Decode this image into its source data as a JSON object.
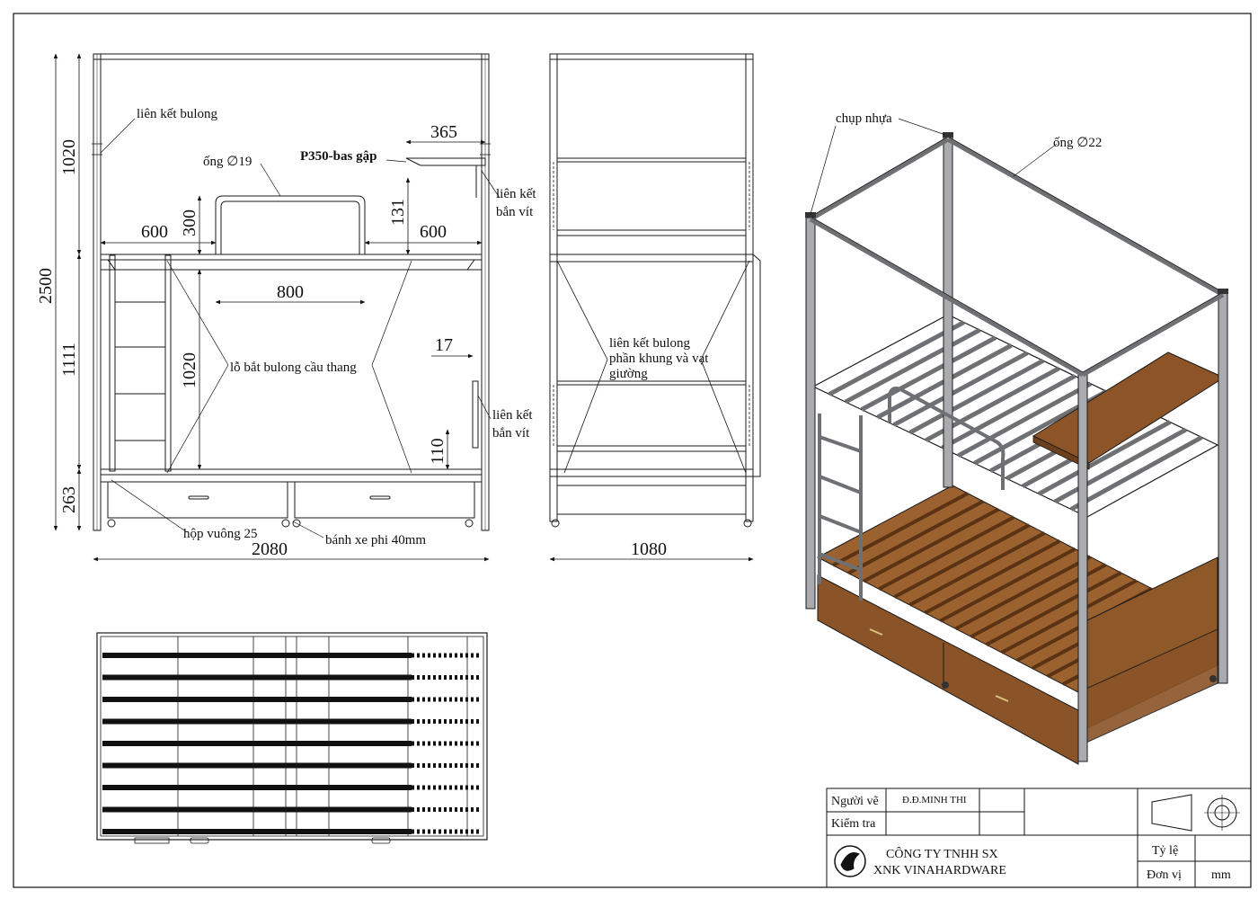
{
  "dimensions": {
    "total_height": "2500",
    "upper_height": "1020",
    "middle_height": "1111",
    "lower_height": "263",
    "overall_length": "2080",
    "overall_width": "1080",
    "left_gap": "600",
    "right_gap": "600",
    "guard_width": "800",
    "guard_height": "300",
    "guard_inner": "131",
    "shelf_width": "365",
    "ladder_height": "1020",
    "side_offset": "17",
    "drawer_gap": "110"
  },
  "notes": {
    "bolt_joint": "liên kết bulong",
    "pipe_19": "ống ∅19",
    "shelf": "P350-bas gập",
    "screw_joint_1": "liên kết\nbắn vít",
    "screw_joint_2": "liên kết\nbắn vít",
    "ladder_bolts": "lỗ bắt bulong cầu thang",
    "square_box": "hộp vuông 25",
    "caster": "bánh xe phi 40mm",
    "frame_bolt": "liên kết bulong\nphần khung và vạt\ngiường",
    "plastic_cap": "chụp nhựa",
    "pipe_22": "ống ∅22"
  },
  "title_block": {
    "drawn_by_label": "Người vẽ",
    "drawn_by": "Đ.Đ.MINH THI",
    "checked_label": "Kiểm tra",
    "checked": "",
    "company_line1": "CÔNG TY TNHH SX",
    "company_line2": "XNK VINAHARDWARE",
    "scale_label": "Tỷ lệ",
    "scale": "",
    "unit_label": "Đơn vị",
    "unit": "mm"
  },
  "colors": {
    "line": "#1a1a1a",
    "wood": "#8a5428",
    "wood_light": "#b27a42",
    "metal": "#a9abae",
    "metal_dark": "#6e7073"
  }
}
